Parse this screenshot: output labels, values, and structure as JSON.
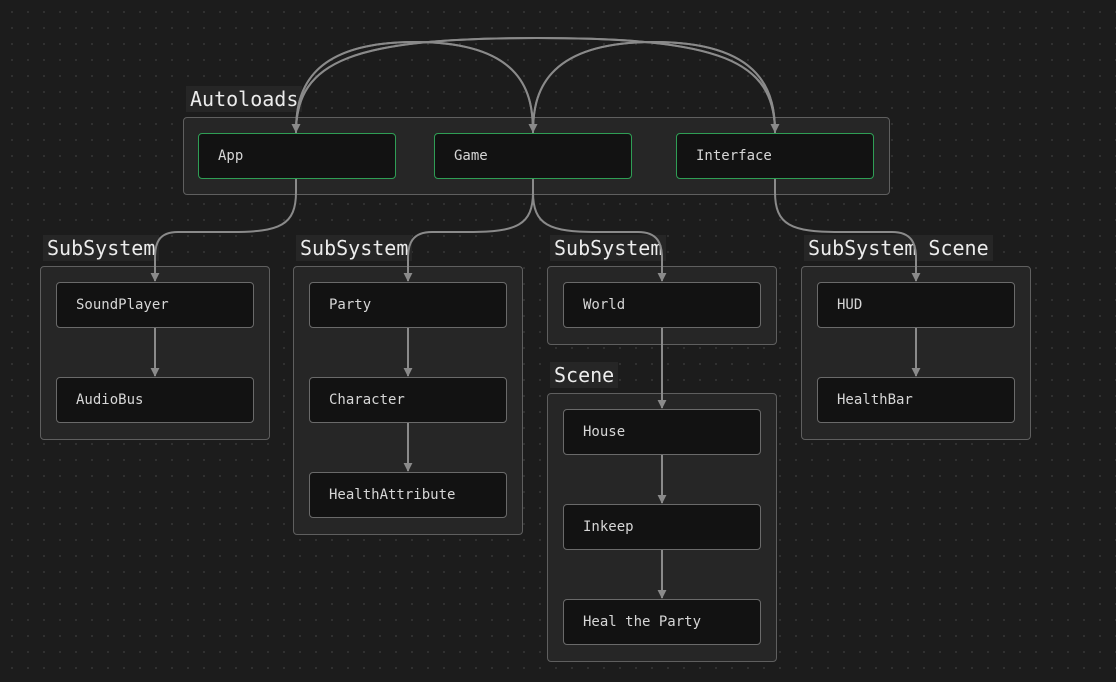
{
  "diagram": {
    "groups": [
      {
        "id": "autoloads",
        "title": "Autoloads"
      },
      {
        "id": "subsystem-1",
        "title": "SubSystem"
      },
      {
        "id": "subsystem-2",
        "title": "SubSystem"
      },
      {
        "id": "subsystem-3",
        "title": "SubSystem"
      },
      {
        "id": "scene-1",
        "title": "Scene"
      },
      {
        "id": "subsystem-scene",
        "title": "SubSystem Scene"
      }
    ],
    "nodes": [
      {
        "id": "app",
        "label": "App",
        "group": "autoloads"
      },
      {
        "id": "game",
        "label": "Game",
        "group": "autoloads"
      },
      {
        "id": "interface",
        "label": "Interface",
        "group": "autoloads"
      },
      {
        "id": "soundplayer",
        "label": "SoundPlayer",
        "group": "subsystem-1"
      },
      {
        "id": "audiobus",
        "label": "AudioBus",
        "group": "subsystem-1"
      },
      {
        "id": "party",
        "label": "Party",
        "group": "subsystem-2"
      },
      {
        "id": "character",
        "label": "Character",
        "group": "subsystem-2"
      },
      {
        "id": "healthattribute",
        "label": "HealthAttribute",
        "group": "subsystem-2"
      },
      {
        "id": "world",
        "label": "World",
        "group": "subsystem-3"
      },
      {
        "id": "house",
        "label": "House",
        "group": "scene-1"
      },
      {
        "id": "inkeep",
        "label": "Inkeep",
        "group": "scene-1"
      },
      {
        "id": "heal",
        "label": "Heal the Party",
        "group": "scene-1"
      },
      {
        "id": "hud",
        "label": "HUD",
        "group": "subsystem-scene"
      },
      {
        "id": "healthbar",
        "label": "HealthBar",
        "group": "subsystem-scene"
      }
    ],
    "edges": [
      {
        "from": "game",
        "to": "app"
      },
      {
        "from": "interface",
        "to": "app"
      },
      {
        "from": "app",
        "to": "game"
      },
      {
        "from": "interface",
        "to": "game"
      },
      {
        "from": "app",
        "to": "interface"
      },
      {
        "from": "game",
        "to": "interface"
      },
      {
        "from": "app",
        "to": "soundplayer"
      },
      {
        "from": "soundplayer",
        "to": "audiobus"
      },
      {
        "from": "game",
        "to": "party"
      },
      {
        "from": "party",
        "to": "character"
      },
      {
        "from": "character",
        "to": "healthattribute"
      },
      {
        "from": "game",
        "to": "world"
      },
      {
        "from": "world",
        "to": "house"
      },
      {
        "from": "house",
        "to": "inkeep"
      },
      {
        "from": "inkeep",
        "to": "heal"
      },
      {
        "from": "interface",
        "to": "hud"
      },
      {
        "from": "hud",
        "to": "healthbar"
      }
    ],
    "colors": {
      "background": "#1c1c1c",
      "group_fill": "#262626",
      "group_border": "#5f5f5f",
      "node_fill": "#121212",
      "node_border": "#6a6a6a",
      "autoload_border": "#2f9e55",
      "edge": "#8a8a8a",
      "text": "#d6d6d6"
    }
  }
}
